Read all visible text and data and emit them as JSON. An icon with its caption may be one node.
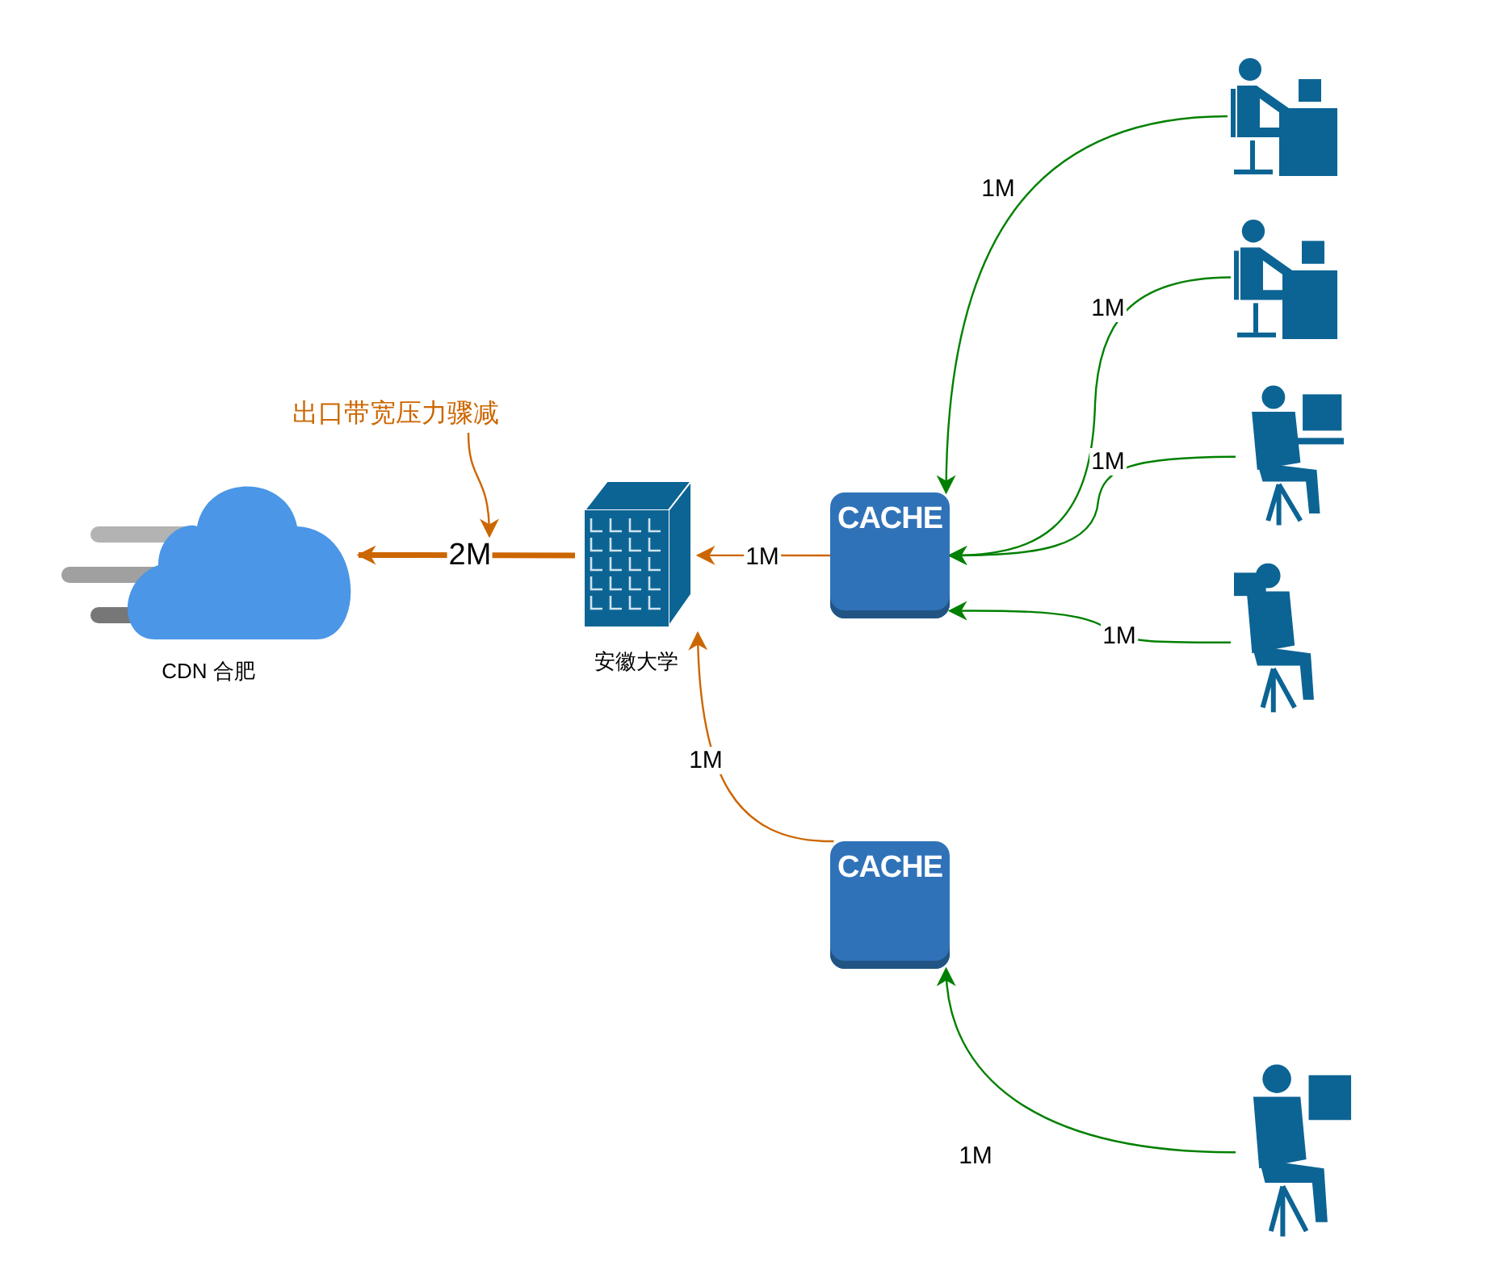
{
  "diagram": {
    "nodes": [
      {
        "text": [
          "CDN 合肥"
        ]
      },
      {
        "text": [
          "安徽大学"
        ]
      },
      {
        "text": [
          "CACHE"
        ]
      },
      {
        "text": [
          "CACHE"
        ]
      },
      {
        "text": [],
        "shape": "person"
      },
      {
        "text": [],
        "shape": "person"
      },
      {
        "text": [],
        "shape": "person"
      },
      {
        "text": [],
        "shape": "person"
      },
      {
        "text": [],
        "shape": "person"
      },
      {
        "text": [
          "出口带宽压力骤减"
        ]
      }
    ],
    "edges": [
      {
        "from": 1,
        "to": 0,
        "arrow": "to",
        "label": "2M",
        "style": "thick",
        "color": "#cc6600"
      },
      {
        "from": 2,
        "to": 1,
        "arrow": "to",
        "label": "1M",
        "color": "#cc6600"
      },
      {
        "from": 3,
        "to": 1,
        "arrow": "to",
        "label": "1M",
        "color": "#cc6600"
      },
      {
        "from": 4,
        "to": 2,
        "arrow": "to",
        "label": "1M",
        "color": "#008000"
      },
      {
        "from": 5,
        "to": 2,
        "arrow": "to",
        "label": "1M",
        "color": "#008000"
      },
      {
        "from": 6,
        "to": 2,
        "arrow": "to",
        "label": "1M",
        "color": "#008000"
      },
      {
        "from": 7,
        "to": 2,
        "arrow": "to",
        "label": "1M",
        "color": "#008000"
      },
      {
        "from": 8,
        "to": 3,
        "arrow": "to",
        "label": "1M",
        "color": "#008000"
      },
      {
        "from": 9,
        "to": null,
        "arrow": "to",
        "color": "#cc6600"
      }
    ]
  }
}
